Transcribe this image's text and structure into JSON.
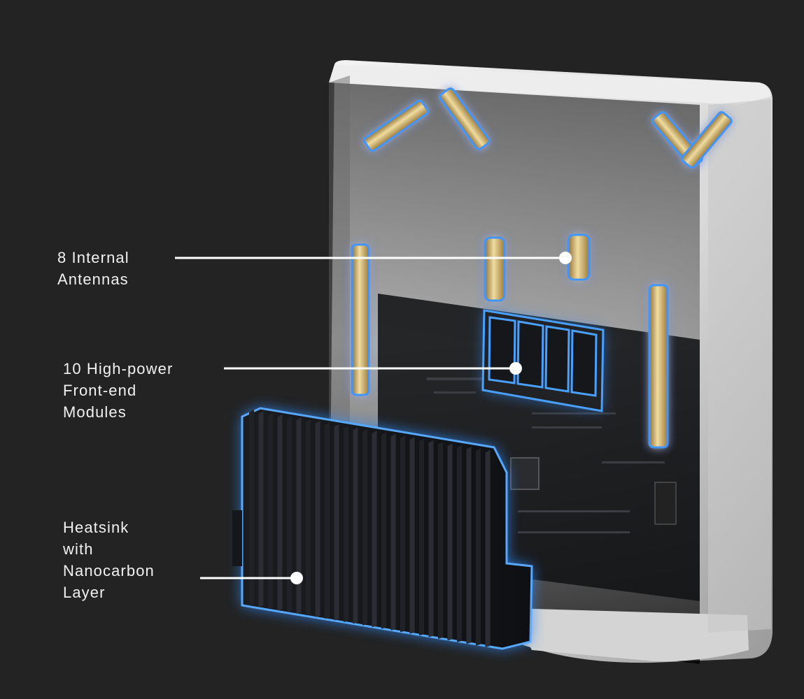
{
  "callouts": {
    "antennas": "8 Internal\nAntennas",
    "modules": "10 High-power\nFront-end\nModules",
    "heatsink": "Heatsink\nwith\nNanocarbon\nLayer"
  },
  "colors": {
    "background": "#232323",
    "glow": "#2f8cff",
    "brass": "#c9a85a",
    "housing": "#e6e6e6",
    "label": "#f1f1f1"
  }
}
